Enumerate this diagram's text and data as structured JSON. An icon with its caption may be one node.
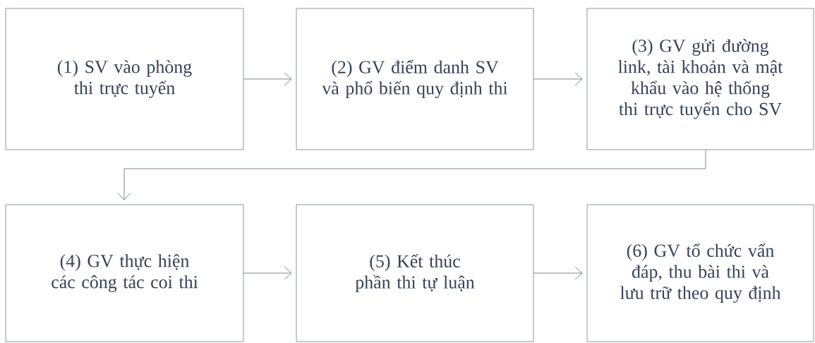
{
  "diagram": {
    "nodes": [
      {
        "text": [
          "(1) SV vào phòng thi trực tuyến"
        ]
      },
      {
        "text": [
          "(2) GV điểm danh SV và phổ biến quy định thi"
        ]
      },
      {
        "text": [
          "(3) GV gửi đường link, tài khoản và mật khẩu vào hệ thống thi trực tuyến cho SV"
        ]
      },
      {
        "text": [
          "(4) GV thực hiện các công tác coi thi"
        ]
      },
      {
        "text": [
          "(5) Kết thúc phần thi tự luận"
        ]
      },
      {
        "text": [
          "(6) GV tổ chức vấn đáp, thu bài thi và lưu trữ theo quy định"
        ]
      }
    ],
    "edges": [
      {
        "from": 0,
        "to": 1,
        "arrow": "to"
      },
      {
        "from": 1,
        "to": 2,
        "arrow": "to"
      },
      {
        "from": 2,
        "to": 3,
        "arrow": "to"
      },
      {
        "from": 3,
        "to": 4,
        "arrow": "to"
      },
      {
        "from": 4,
        "to": 5,
        "arrow": "to"
      }
    ]
  }
}
